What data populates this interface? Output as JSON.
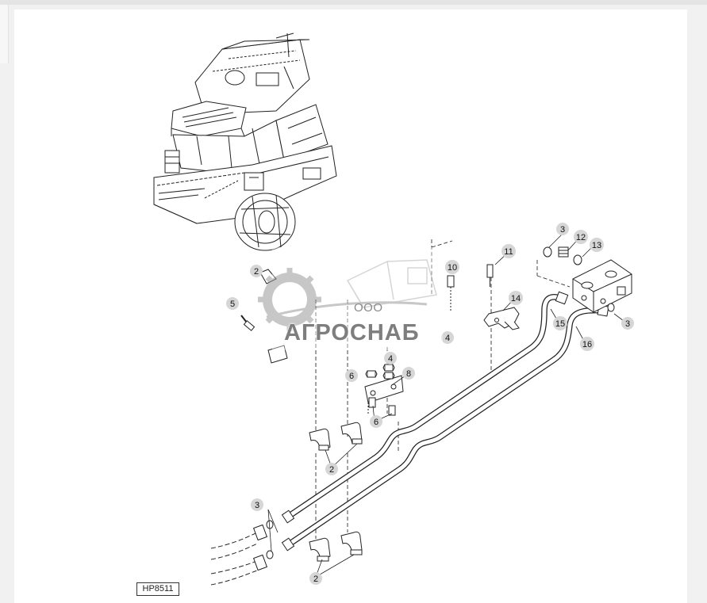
{
  "figure_id": "HP8511",
  "watermark": {
    "prefix": "ООО",
    "brand": "АГРОСНАБ"
  },
  "callouts": [
    {
      "label": "3"
    },
    {
      "label": "12"
    },
    {
      "label": "13"
    },
    {
      "label": "11"
    },
    {
      "label": "10"
    },
    {
      "label": "14"
    },
    {
      "label": "15"
    },
    {
      "label": "16"
    },
    {
      "label": "3"
    },
    {
      "label": "5"
    },
    {
      "label": "2"
    },
    {
      "label": "4"
    },
    {
      "label": "4"
    },
    {
      "label": "6"
    },
    {
      "label": "8"
    },
    {
      "label": "6"
    },
    {
      "label": "2"
    },
    {
      "label": "3"
    },
    {
      "label": "2"
    }
  ]
}
